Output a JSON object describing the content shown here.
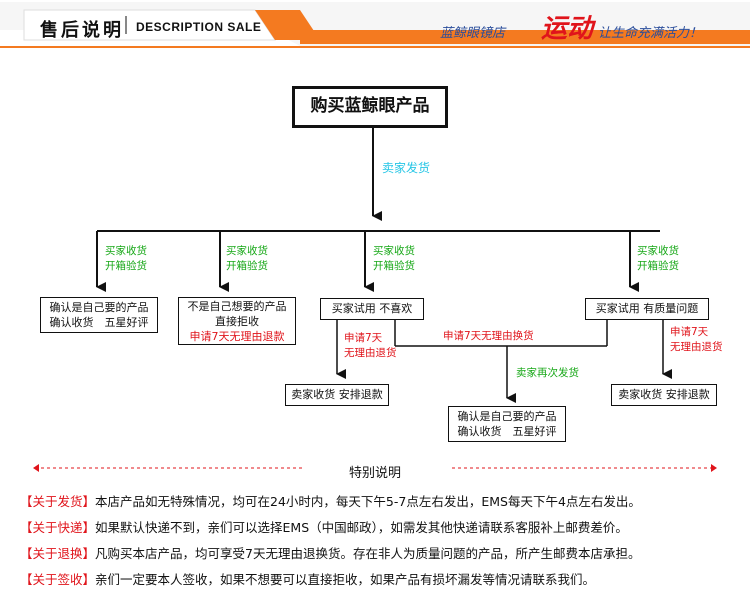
{
  "header": {
    "title_cn": "售后说明",
    "title_en": "DESCRIPTION SALE",
    "store": "蓝鲸眼镜店",
    "motion": "运动",
    "slogan": "让生命充满活力！"
  },
  "flow": {
    "main": "购买蓝鲸眼产品",
    "ship_label": "卖家发货",
    "branch_label_line1": "买家收货",
    "branch_label_line2": "开箱验货",
    "box1_line1": "确认是自己要的产品",
    "box1_line2": "确认收货　五星好评",
    "box2_line1": "不是自己想要的产品",
    "box2_line2": "直接拒收",
    "box2_line3": "申请7天无理由退款",
    "box3": "买家试用 不喜欢",
    "box4": "买家试用 有质量问题",
    "refund_label_line1": "申请7天",
    "refund_label_line2": "无理由退货",
    "exchange_label": "申请7天无理由换货",
    "reship_label": "卖家再次发货",
    "box5": "卖家收货 安排退款",
    "box6_line1": "确认是自己要的产品",
    "box6_line2": "确认收货　五星好评",
    "box7": "卖家收货 安排退款"
  },
  "special": {
    "title": "特别说明",
    "notes": [
      {
        "tag": "【关于发货】",
        "text": "本店产品如无特殊情况，均可在24小时内，每天下午5-7点左右发出，EMS每天下午4点左右发出。"
      },
      {
        "tag": "【关于快递】",
        "text": "如果默认快递不到，亲们可以选择EMS（中国邮政），如需发其他快递请联系客服补上邮费差价。"
      },
      {
        "tag": "【关于退换】",
        "text": "凡购买本店产品，均可享受7天无理由退换货。存在非人为质量问题的产品，所产生邮费本店承担。"
      },
      {
        "tag": "【关于签收】",
        "text": "亲们一定要本人签收，如果不想要可以直接拒收，如果产品有损坏漏发等情况请联系我们。"
      }
    ]
  },
  "colors": {
    "accent_orange": "#f47a20",
    "red": "#e0141b",
    "green": "#18a818",
    "cyan": "#26c6e6",
    "blue": "#2a4d9b"
  }
}
